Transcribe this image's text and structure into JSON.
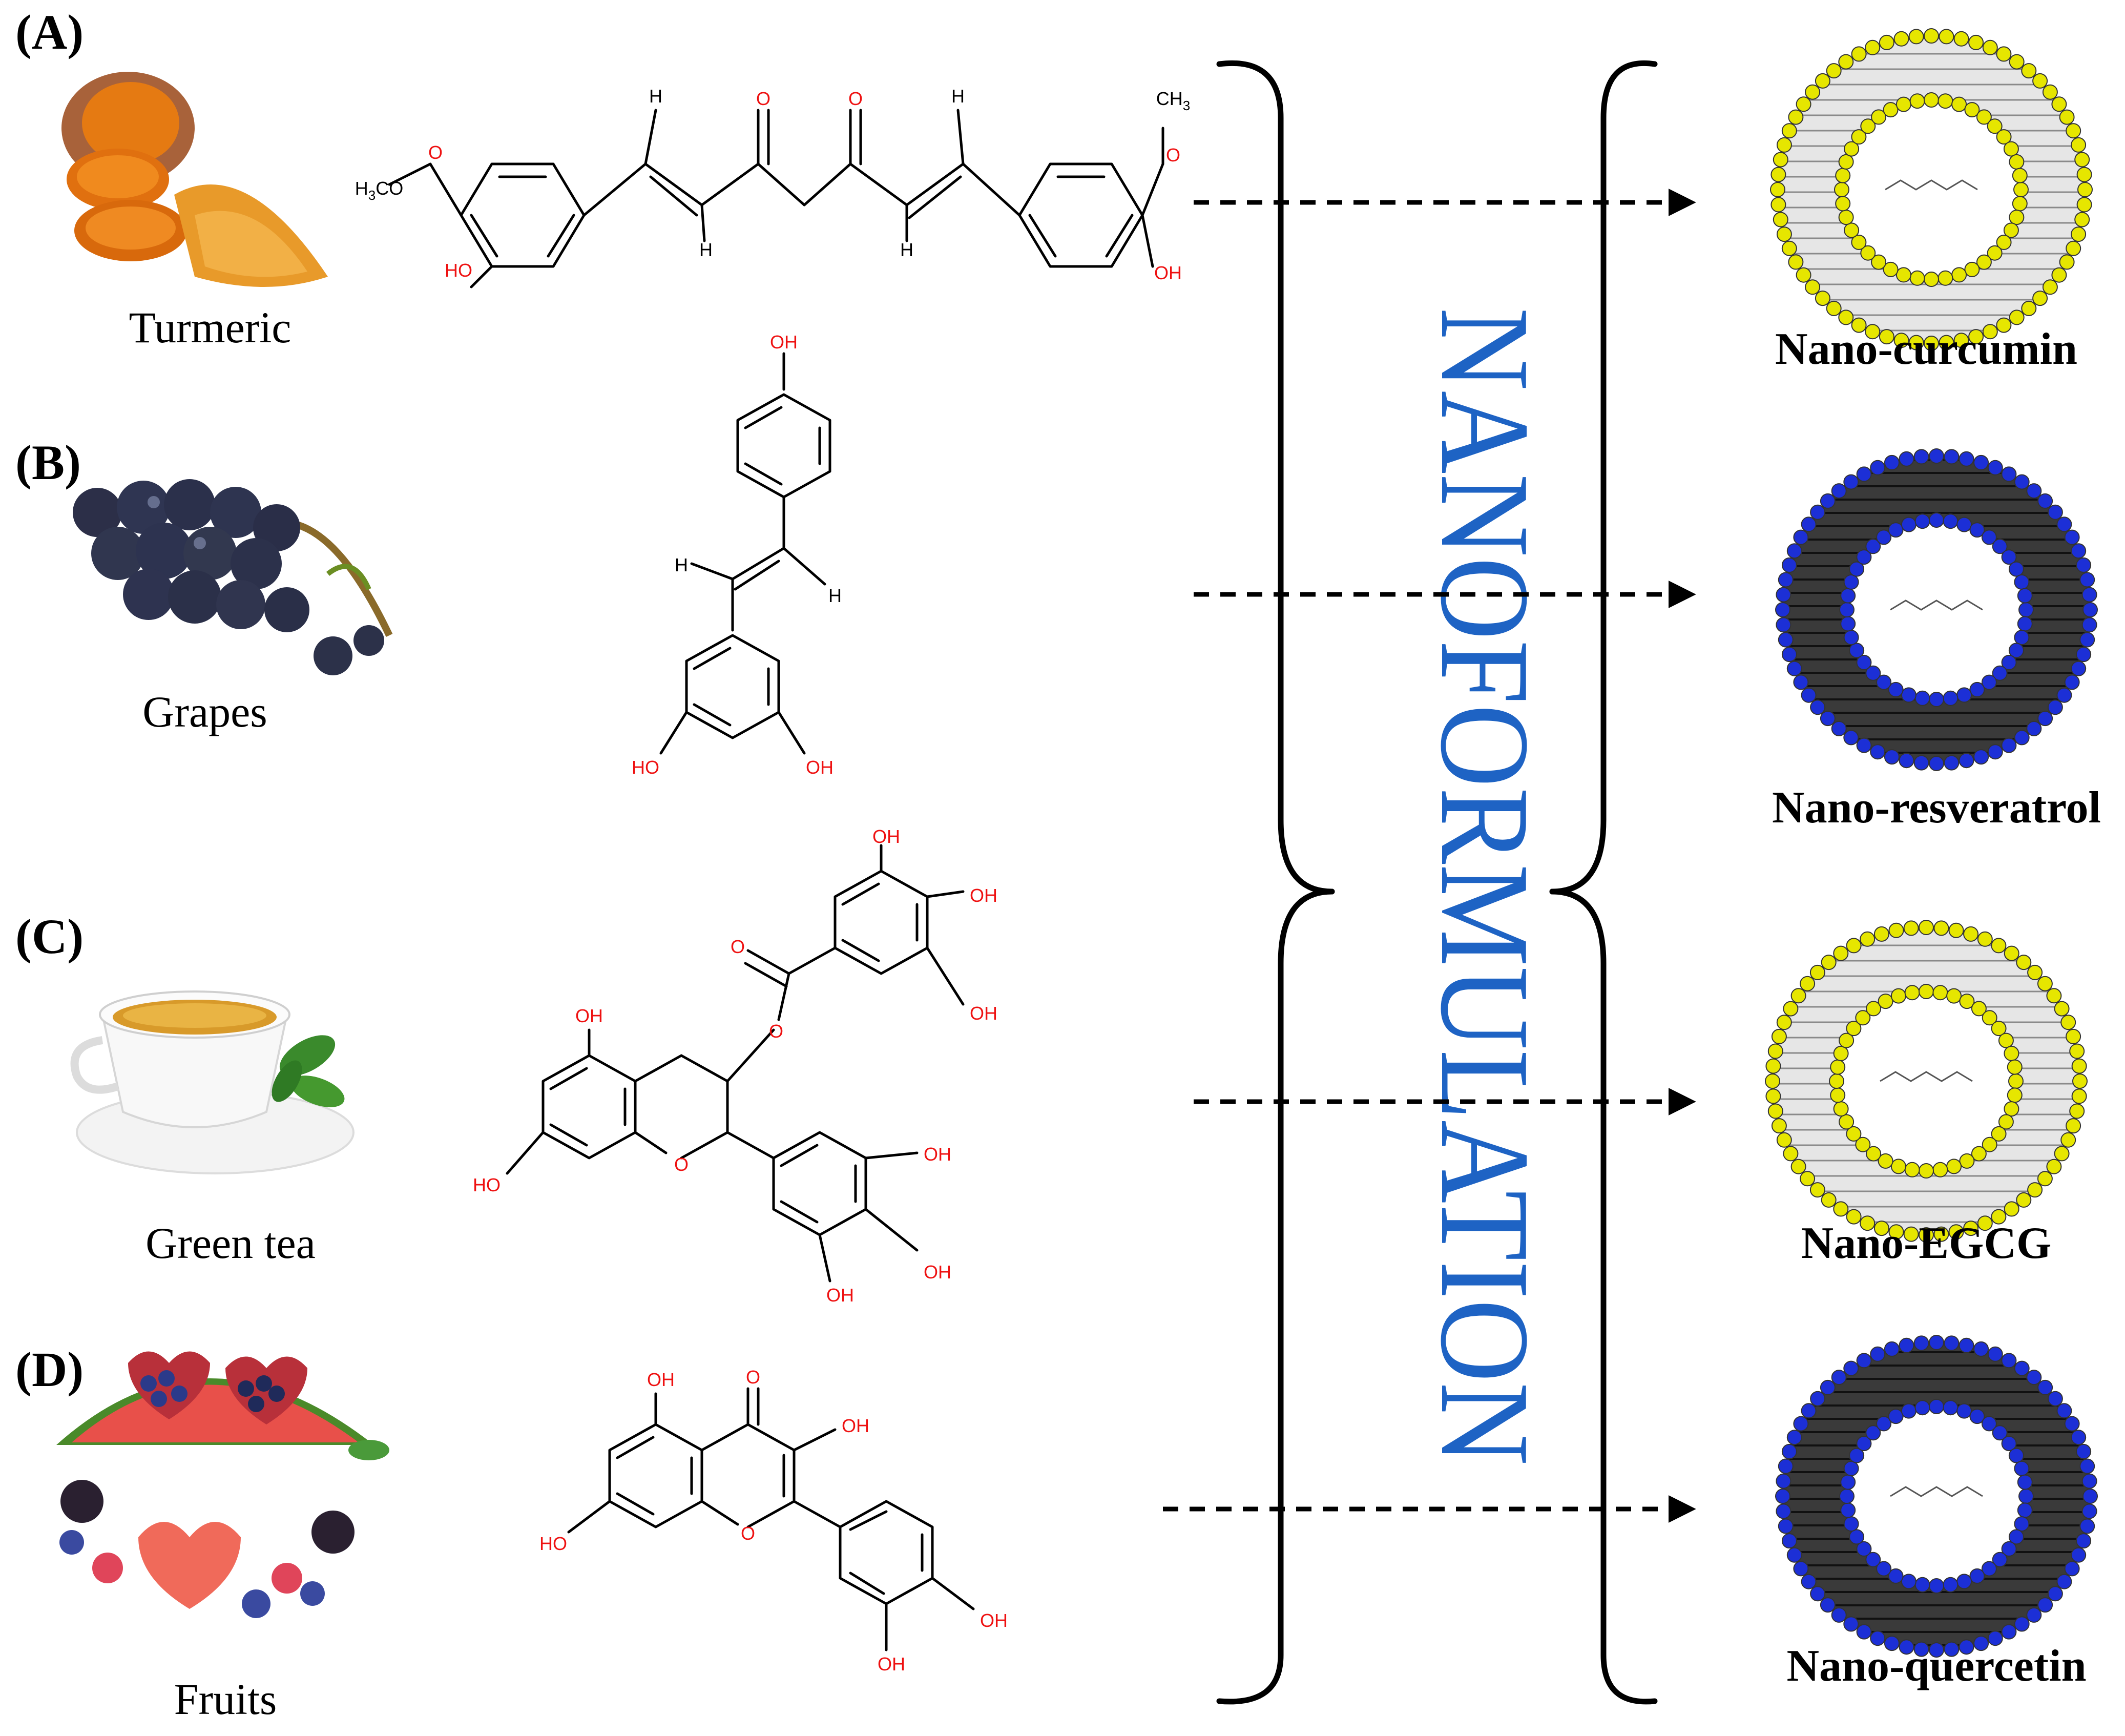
{
  "panels": [
    {
      "id": "A",
      "label": "(A)",
      "source": "Turmeric",
      "product": "Nano-curcumin",
      "shell_color": "#e6e600",
      "core_color": "#cfcfcf"
    },
    {
      "id": "B",
      "label": "(B)",
      "source": "Grapes",
      "product": "Nano-resveratrol",
      "shell_color": "#1c2fd6",
      "core_color": "#222222"
    },
    {
      "id": "C",
      "label": "(C)",
      "source": "Green tea",
      "product": "Nano-EGCG",
      "shell_color": "#e6e600",
      "core_color": "#cfcfcf"
    },
    {
      "id": "D",
      "label": "(D)",
      "source": "Fruits",
      "product": "Nano-quercetin",
      "shell_color": "#1c2fd6",
      "core_color": "#222222"
    }
  ],
  "process_label": "NANOFORMULATION",
  "process_color": "#1e63c4",
  "atoms": {
    "oh": "OH",
    "ho": "HO",
    "o": "O",
    "h": "H",
    "h3co": "H3CO",
    "ch3": "CH3"
  },
  "icons": {
    "turmeric": "turmeric-image",
    "grapes": "grapes-image",
    "green_tea": "green-tea-image",
    "fruits": "fruits-image"
  }
}
